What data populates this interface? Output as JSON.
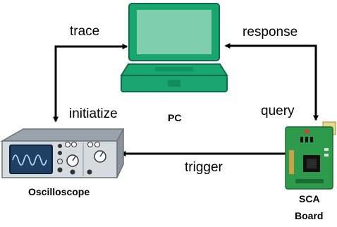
{
  "diagram": {
    "nodes": {
      "pc": {
        "label": "PC",
        "icon": "laptop-icon",
        "color": "#16a36e"
      },
      "oscilloscope": {
        "label": "Oscilloscope",
        "icon": "oscilloscope-icon",
        "color": "#d6dbe0"
      },
      "sca_board": {
        "label_line1": "SCA",
        "label_line2": "Board",
        "icon": "circuit-board-icon",
        "color": "#2e9a4c"
      }
    },
    "edges": {
      "trace": {
        "label": "trace",
        "from": "oscilloscope",
        "to": "pc"
      },
      "initiatize": {
        "label": "initiatize",
        "from": "pc",
        "to": "oscilloscope"
      },
      "response": {
        "label": "response",
        "from": "sca_board",
        "to": "pc"
      },
      "query": {
        "label": "query",
        "from": "pc",
        "to": "sca_board"
      },
      "trigger": {
        "label": "trigger",
        "from": "sca_board",
        "to": "oscilloscope"
      }
    },
    "colors": {
      "arrow": "#000000"
    }
  }
}
